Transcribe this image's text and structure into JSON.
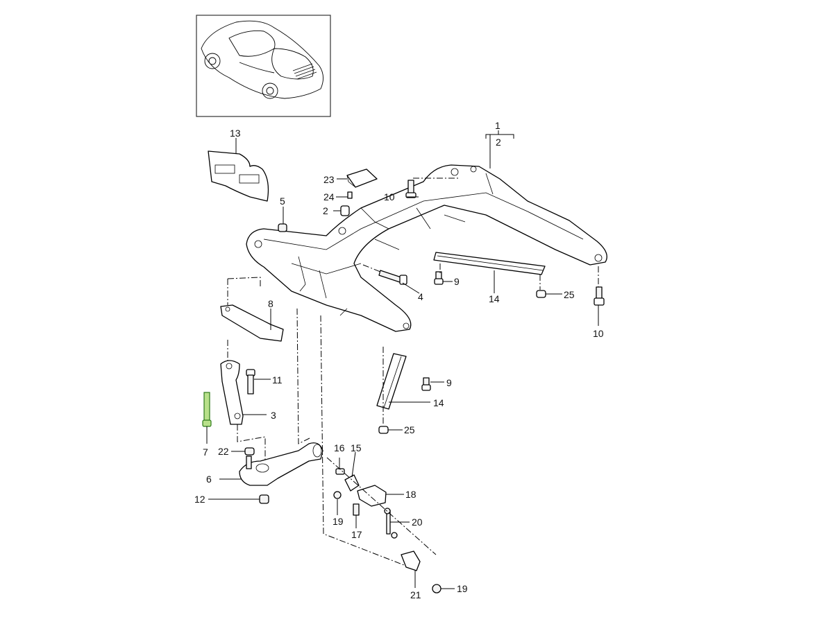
{
  "title": "Front axle cross member exploded parts diagram",
  "thumbnail": {
    "subject": "car-overview",
    "description": "Coupe vehicle isometric overview"
  },
  "highlight_color": "#8fd35a",
  "callouts": [
    {
      "id": "c1",
      "label": "1"
    },
    {
      "id": "c2a",
      "label": "2"
    },
    {
      "id": "c2b",
      "label": "2"
    },
    {
      "id": "c3",
      "label": "3"
    },
    {
      "id": "c4",
      "label": "4"
    },
    {
      "id": "c5",
      "label": "5"
    },
    {
      "id": "c6",
      "label": "6"
    },
    {
      "id": "c7",
      "label": "7"
    },
    {
      "id": "c8",
      "label": "8"
    },
    {
      "id": "c9a",
      "label": "9"
    },
    {
      "id": "c9b",
      "label": "9"
    },
    {
      "id": "c10a",
      "label": "10"
    },
    {
      "id": "c10b",
      "label": "10"
    },
    {
      "id": "c11",
      "label": "11"
    },
    {
      "id": "c12",
      "label": "12"
    },
    {
      "id": "c13",
      "label": "13"
    },
    {
      "id": "c14a",
      "label": "14"
    },
    {
      "id": "c14b",
      "label": "14"
    },
    {
      "id": "c15",
      "label": "15"
    },
    {
      "id": "c16",
      "label": "16"
    },
    {
      "id": "c17",
      "label": "17"
    },
    {
      "id": "c18",
      "label": "18"
    },
    {
      "id": "c19a",
      "label": "19"
    },
    {
      "id": "c19b",
      "label": "19"
    },
    {
      "id": "c20",
      "label": "20"
    },
    {
      "id": "c21",
      "label": "21"
    },
    {
      "id": "c22",
      "label": "22"
    },
    {
      "id": "c23",
      "label": "23"
    },
    {
      "id": "c24",
      "label": "24"
    },
    {
      "id": "c25a",
      "label": "25"
    },
    {
      "id": "c25b",
      "label": "25"
    }
  ],
  "highlighted_part": "7"
}
